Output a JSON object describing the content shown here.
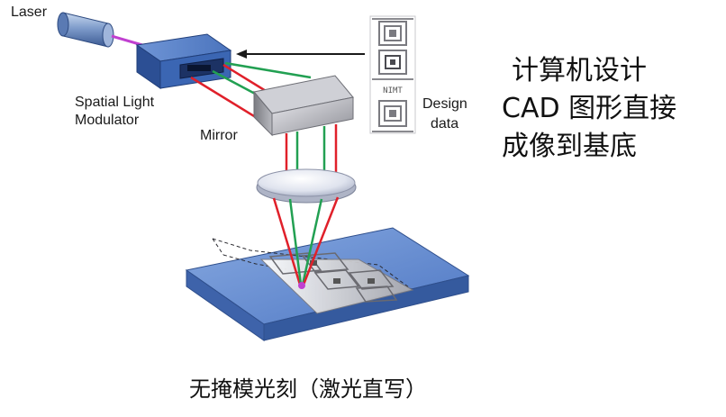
{
  "labels": {
    "laser": "Laser",
    "slm_line1": "Spatial Light",
    "slm_line2": "Modulator",
    "mirror": "Mirror",
    "design_line1": "Design",
    "design_line2": "data",
    "pattern_text": "NIMT"
  },
  "notes": {
    "line1": "计算机设计",
    "line2": "CAD 图形直接",
    "line3": "成像到基底"
  },
  "caption": "无掩模光刻（激光直写）",
  "colors": {
    "beam_red": "#e0202a",
    "beam_green": "#22a052",
    "laser_beam": "#c040d0",
    "substrate": "#5c86d0",
    "slm_box": "#2f5da8"
  }
}
